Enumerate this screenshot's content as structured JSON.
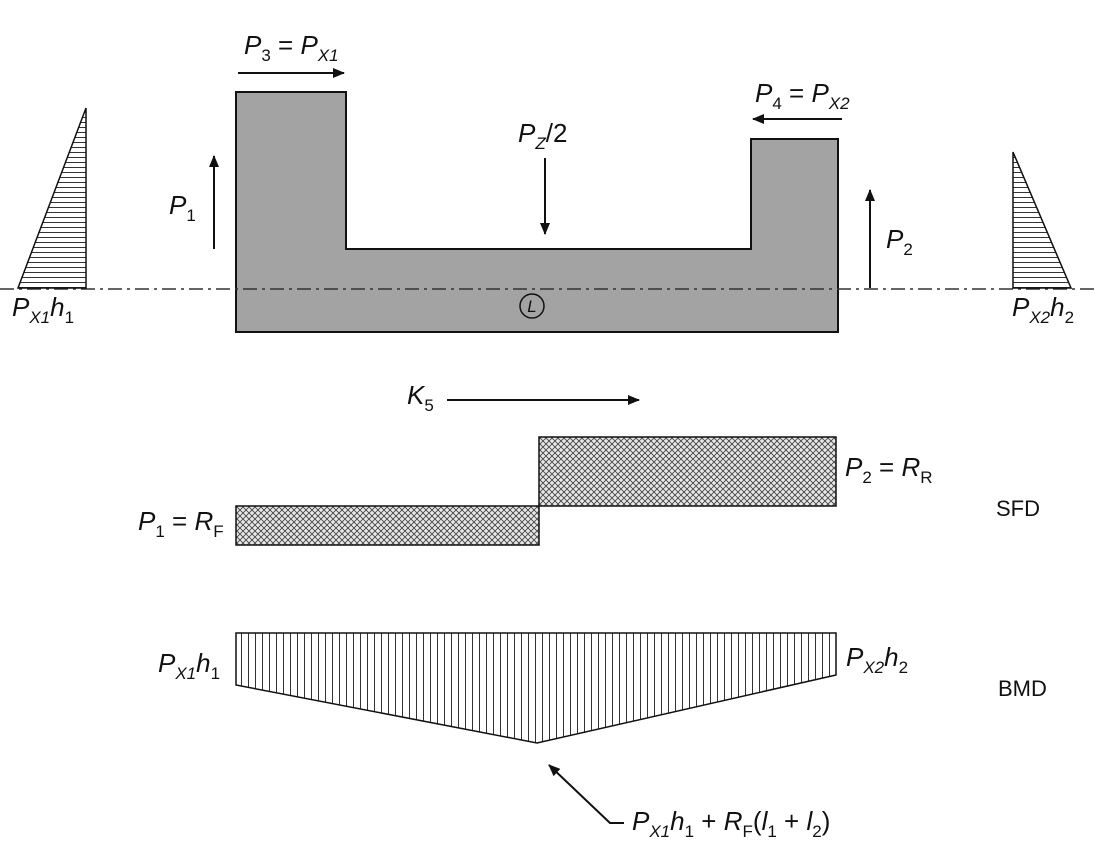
{
  "labels": {
    "p3": {
      "base": "P",
      "sub": "3",
      "eq": " = ",
      "rhs_base": "P",
      "rhs_sub": "X1"
    },
    "p4": {
      "base": "P",
      "sub": "4",
      "eq": " = ",
      "rhs_base": "P",
      "rhs_sub": "X2"
    },
    "pz": {
      "base": "P",
      "sub": "Z",
      "tail": "/2"
    },
    "p1": {
      "base": "P",
      "sub": "1"
    },
    "p2": {
      "base": "P",
      "sub": "2"
    },
    "px1h1_left": {
      "a": "P",
      "a_sub": "X1",
      "b": "h",
      "b_sub": "1"
    },
    "px2h2_right": {
      "a": "P",
      "a_sub": "X2",
      "b": "h",
      "b_sub": "2"
    },
    "centerline": "L",
    "k5": {
      "base": "K",
      "sub": "5"
    },
    "sfd_p2": {
      "base": "P",
      "sub": "2",
      "eq": " = ",
      "rhs_base": "R",
      "rhs_sub": "R"
    },
    "sfd_p1": {
      "base": "P",
      "sub": "1",
      "eq": " = ",
      "rhs_base": "R",
      "rhs_sub": "F"
    },
    "sfd": "SFD",
    "bmd_left": {
      "a": "P",
      "a_sub": "X1",
      "b": "h",
      "b_sub": "1"
    },
    "bmd_right": {
      "a": "P",
      "a_sub": "X2",
      "b": "h",
      "b_sub": "2"
    },
    "bmd": "BMD",
    "bmd_max": {
      "a": "P",
      "a_sub": "X1",
      "b": "h",
      "b_sub": "1",
      "plus": " + ",
      "c": "R",
      "c_sub": "F",
      "open": "(",
      "d": "l",
      "d_sub": "1",
      "plus2": " + ",
      "e": "l",
      "e_sub": "2",
      "close": ")"
    }
  },
  "colors": {
    "frame_fill": "#a3a3a3",
    "line": "#111111"
  }
}
